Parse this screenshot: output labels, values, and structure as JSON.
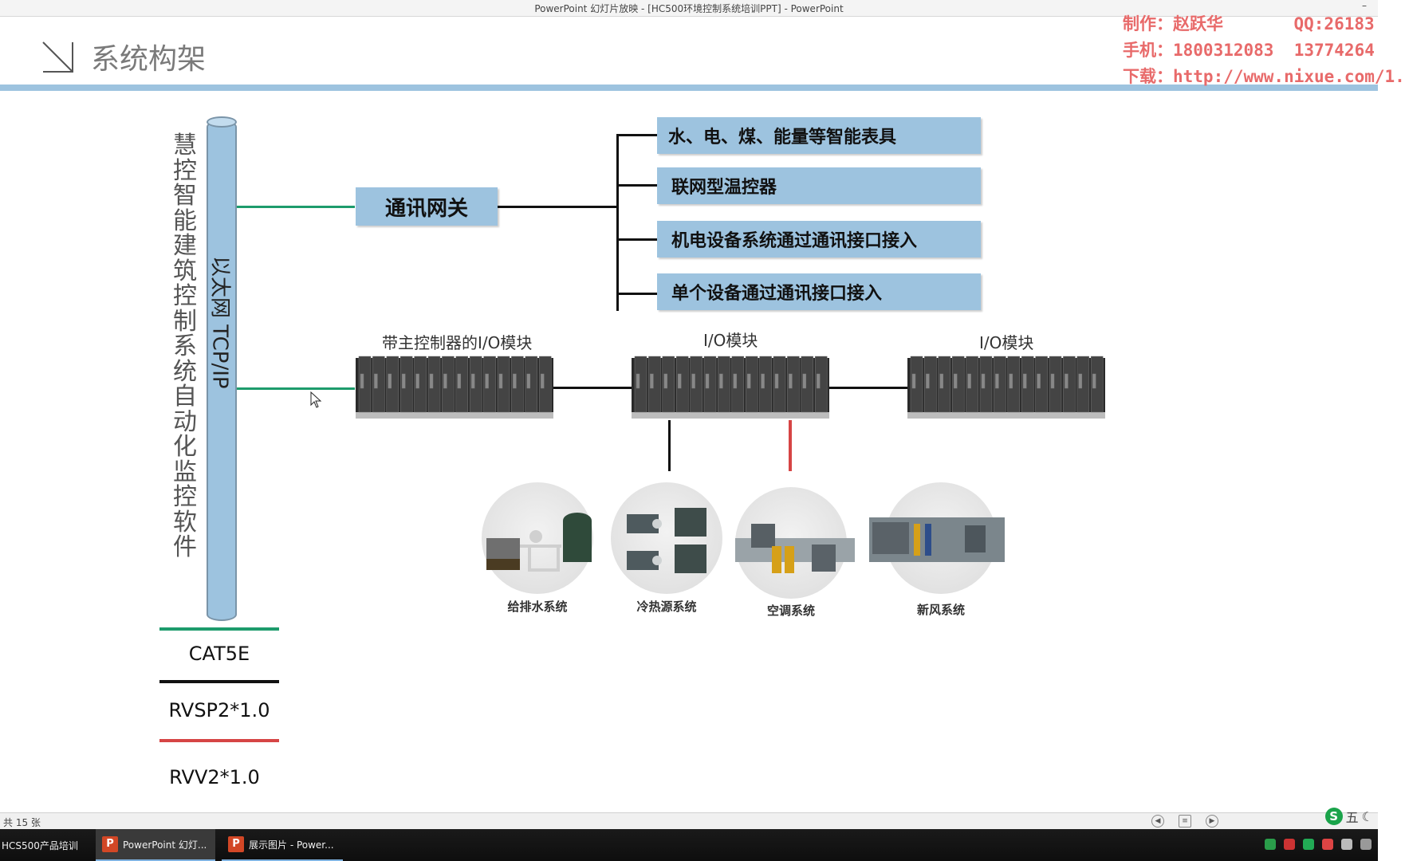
{
  "window": {
    "title": "PowerPoint 幻灯片放映 - [HC500环境控制系统培训PPT] - PowerPoint",
    "minimize_glyph": "–"
  },
  "slide": {
    "title": "系统构架",
    "credits": [
      "制作：赵跃华       QQ:26183",
      "手机：1800312083  13774264",
      "下载：http://www.nixue.com/1."
    ],
    "software_label": [
      "慧",
      "控",
      "智",
      "能",
      "建",
      "筑",
      "控",
      "制",
      "系",
      "统",
      "自",
      "动",
      "化",
      "监",
      "控",
      "软",
      "件"
    ],
    "ethernet_label": "以太网 TCP/IP",
    "gateway_label": "通讯网关",
    "right_boxes": [
      "水、电、煤、能量等智能表具",
      "联网型温控器",
      "机电设备系统通过通讯接口接入",
      "单个设备通过通讯接口接入"
    ],
    "modules": [
      {
        "label": "带主控制器的I/O模块"
      },
      {
        "label": "I/O模块"
      },
      {
        "label": "I/O模块"
      }
    ],
    "equipment": [
      {
        "label": "给排水系统",
        "icon": "water-supply-icon"
      },
      {
        "label": "冷热源系统",
        "icon": "chiller-icon"
      },
      {
        "label": "空调系统",
        "icon": "ahu-icon"
      },
      {
        "label": "新风系统",
        "icon": "fresh-air-icon"
      }
    ],
    "legend": [
      {
        "label": "CAT5E",
        "color": "#1d9b6c"
      },
      {
        "label": "RVSP2*1.0",
        "color": "#111111"
      },
      {
        "label": "RVV2*1.0",
        "color": "#d64545"
      }
    ],
    "colors": {
      "accent_blue": "#9dc3df",
      "cat5e": "#1d9b6c",
      "rvsp": "#111111",
      "rvv": "#d64545"
    }
  },
  "statusbar": {
    "slide_count": "共 15 张",
    "ime_label": "五"
  },
  "taskbar": {
    "items": [
      {
        "label": "HCS500产品培训"
      },
      {
        "label": "PowerPoint 幻灯..."
      },
      {
        "label": "展示图片 - Power..."
      }
    ]
  }
}
